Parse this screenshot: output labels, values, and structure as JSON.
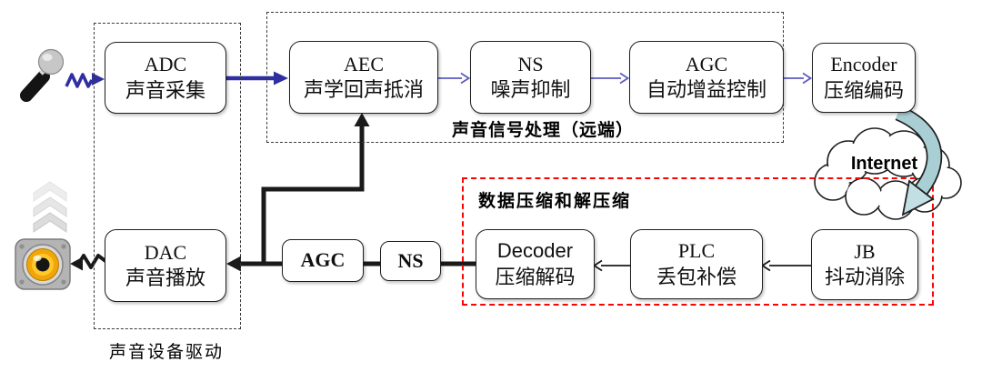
{
  "nodes": {
    "adc": {
      "title": "ADC",
      "subtitle": "声音采集"
    },
    "aec": {
      "title": "AEC",
      "subtitle": "声学回声抵消"
    },
    "ns_far": {
      "title": "NS",
      "subtitle": "噪声抑制"
    },
    "agc_far": {
      "title": "AGC",
      "subtitle": "自动增益控制"
    },
    "encoder": {
      "title": "Encoder",
      "subtitle": "压缩编码"
    },
    "dac": {
      "title": "DAC",
      "subtitle": "声音播放"
    },
    "agc_near": {
      "title": "AGC"
    },
    "ns_near": {
      "title": "NS"
    },
    "decoder": {
      "title": "Decoder",
      "subtitle": "压缩解码"
    },
    "plc": {
      "title": "PLC",
      "subtitle": "丢包补偿"
    },
    "jb": {
      "title": "JB",
      "subtitle": "抖动消除"
    }
  },
  "groups": {
    "far_end": {
      "label": "声音信号处理（远端）"
    },
    "codec": {
      "label": "数据压缩和解压缩"
    },
    "device_driver": {
      "label": "声音设备驱动"
    }
  },
  "cloud": {
    "label": "Internet"
  },
  "colors": {
    "arrow_blue": "#2F2FA2",
    "arrow_blue_light": "#5B5BC0",
    "arrow_black": "#1A1A1A",
    "group_red": "#FD0303",
    "internet_arrow_teal": "#A9CFD4",
    "internet_arrow_teal_light": "#C2E0E3"
  },
  "icons": {
    "microphone": "microphone-icon",
    "speaker": "speaker-icon",
    "cloud": "internet-cloud",
    "internet_arrow": "teal-curved-arrow"
  }
}
